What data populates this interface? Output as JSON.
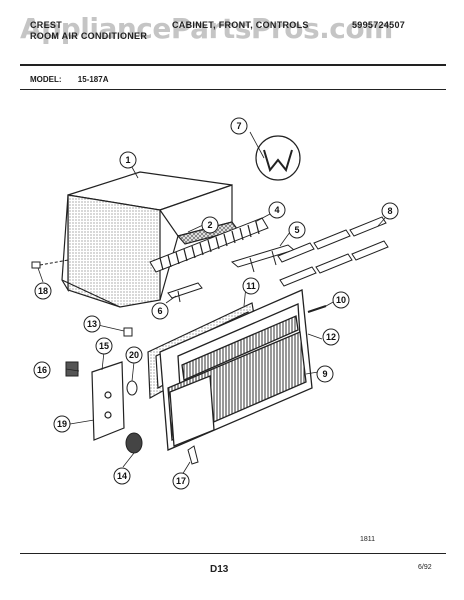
{
  "header": {
    "brand_line1": "CREST",
    "brand_line2": "ROOM AIR CONDITIONER",
    "section_title": "CABINET, FRONT, CONTROLS",
    "publication": "5995724507",
    "watermark": "AppliancePartsPros.com"
  },
  "model": {
    "label": "MODEL:",
    "value": "15-187A"
  },
  "callouts": [
    "1",
    "2",
    "4",
    "5",
    "6",
    "7",
    "8",
    "9",
    "10",
    "11",
    "12",
    "13",
    "14",
    "15",
    "16",
    "17",
    "18",
    "19",
    "20"
  ],
  "footer": {
    "figure_code": "1811",
    "page_code": "D13",
    "date": "6/92"
  }
}
